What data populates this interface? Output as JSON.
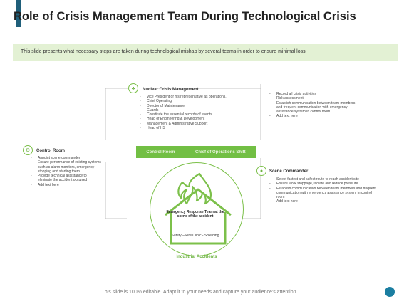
{
  "header": {
    "title": "Role of Crisis Management Team During Technological Crisis",
    "accent_color": "#1f5f7a"
  },
  "banner": {
    "text": "This slide presents what necessary steps are taken during technological mishap by several teams in order to ensure minimal loss.",
    "bg_color": "#e3f1d4"
  },
  "nuclear": {
    "title": "Nuclear Crisis Management",
    "icon": "gear-leaf-icon",
    "items": [
      "Vice  President or his representative as operations,",
      "Chief Operating",
      "Director of Maintenance",
      "Guards",
      "Constitute the essential records of events",
      "Head of Engineering & Development",
      "Management & Administrative Support",
      "Head of HS"
    ]
  },
  "records": {
    "items": [
      "Record all crisis activities",
      "Risk assessment",
      "Establish communication between team members and frequent communication with emergency assistance system in control room",
      "Add text here"
    ]
  },
  "control_room": {
    "title": "Control Room",
    "icon": "cog-icon",
    "items": [
      "Appoint scene commander",
      "Ensure performance of existing systems such as alarm monitors, emergency stopping and starting them",
      "Provide technical assistance to eliminate the accident occurred",
      "Add text here"
    ]
  },
  "scene_commander": {
    "title": "Scene Commander",
    "icon": "user-icon",
    "items": [
      "Select fastest and safest route to reach accident site",
      "Ensure work stoppage, isolate and reduce pressure",
      "Establish communication between team members and frequent communication with emergency assistance system in control room",
      "Add text here"
    ]
  },
  "green_bar": {
    "left_label": "Control Room",
    "right_label": "Chief of Operations Shift",
    "color": "#72bf44"
  },
  "house": {
    "heading": "Emergency Response Team at the scene of the accident",
    "sub": "Safety – Fire Clinic - Shielding",
    "caption": "Industrial Accidents",
    "icon": "house-fire-icon"
  },
  "footer": {
    "text": "This slide is 100% editable. Adapt it to your needs and capture your audience's attention."
  }
}
